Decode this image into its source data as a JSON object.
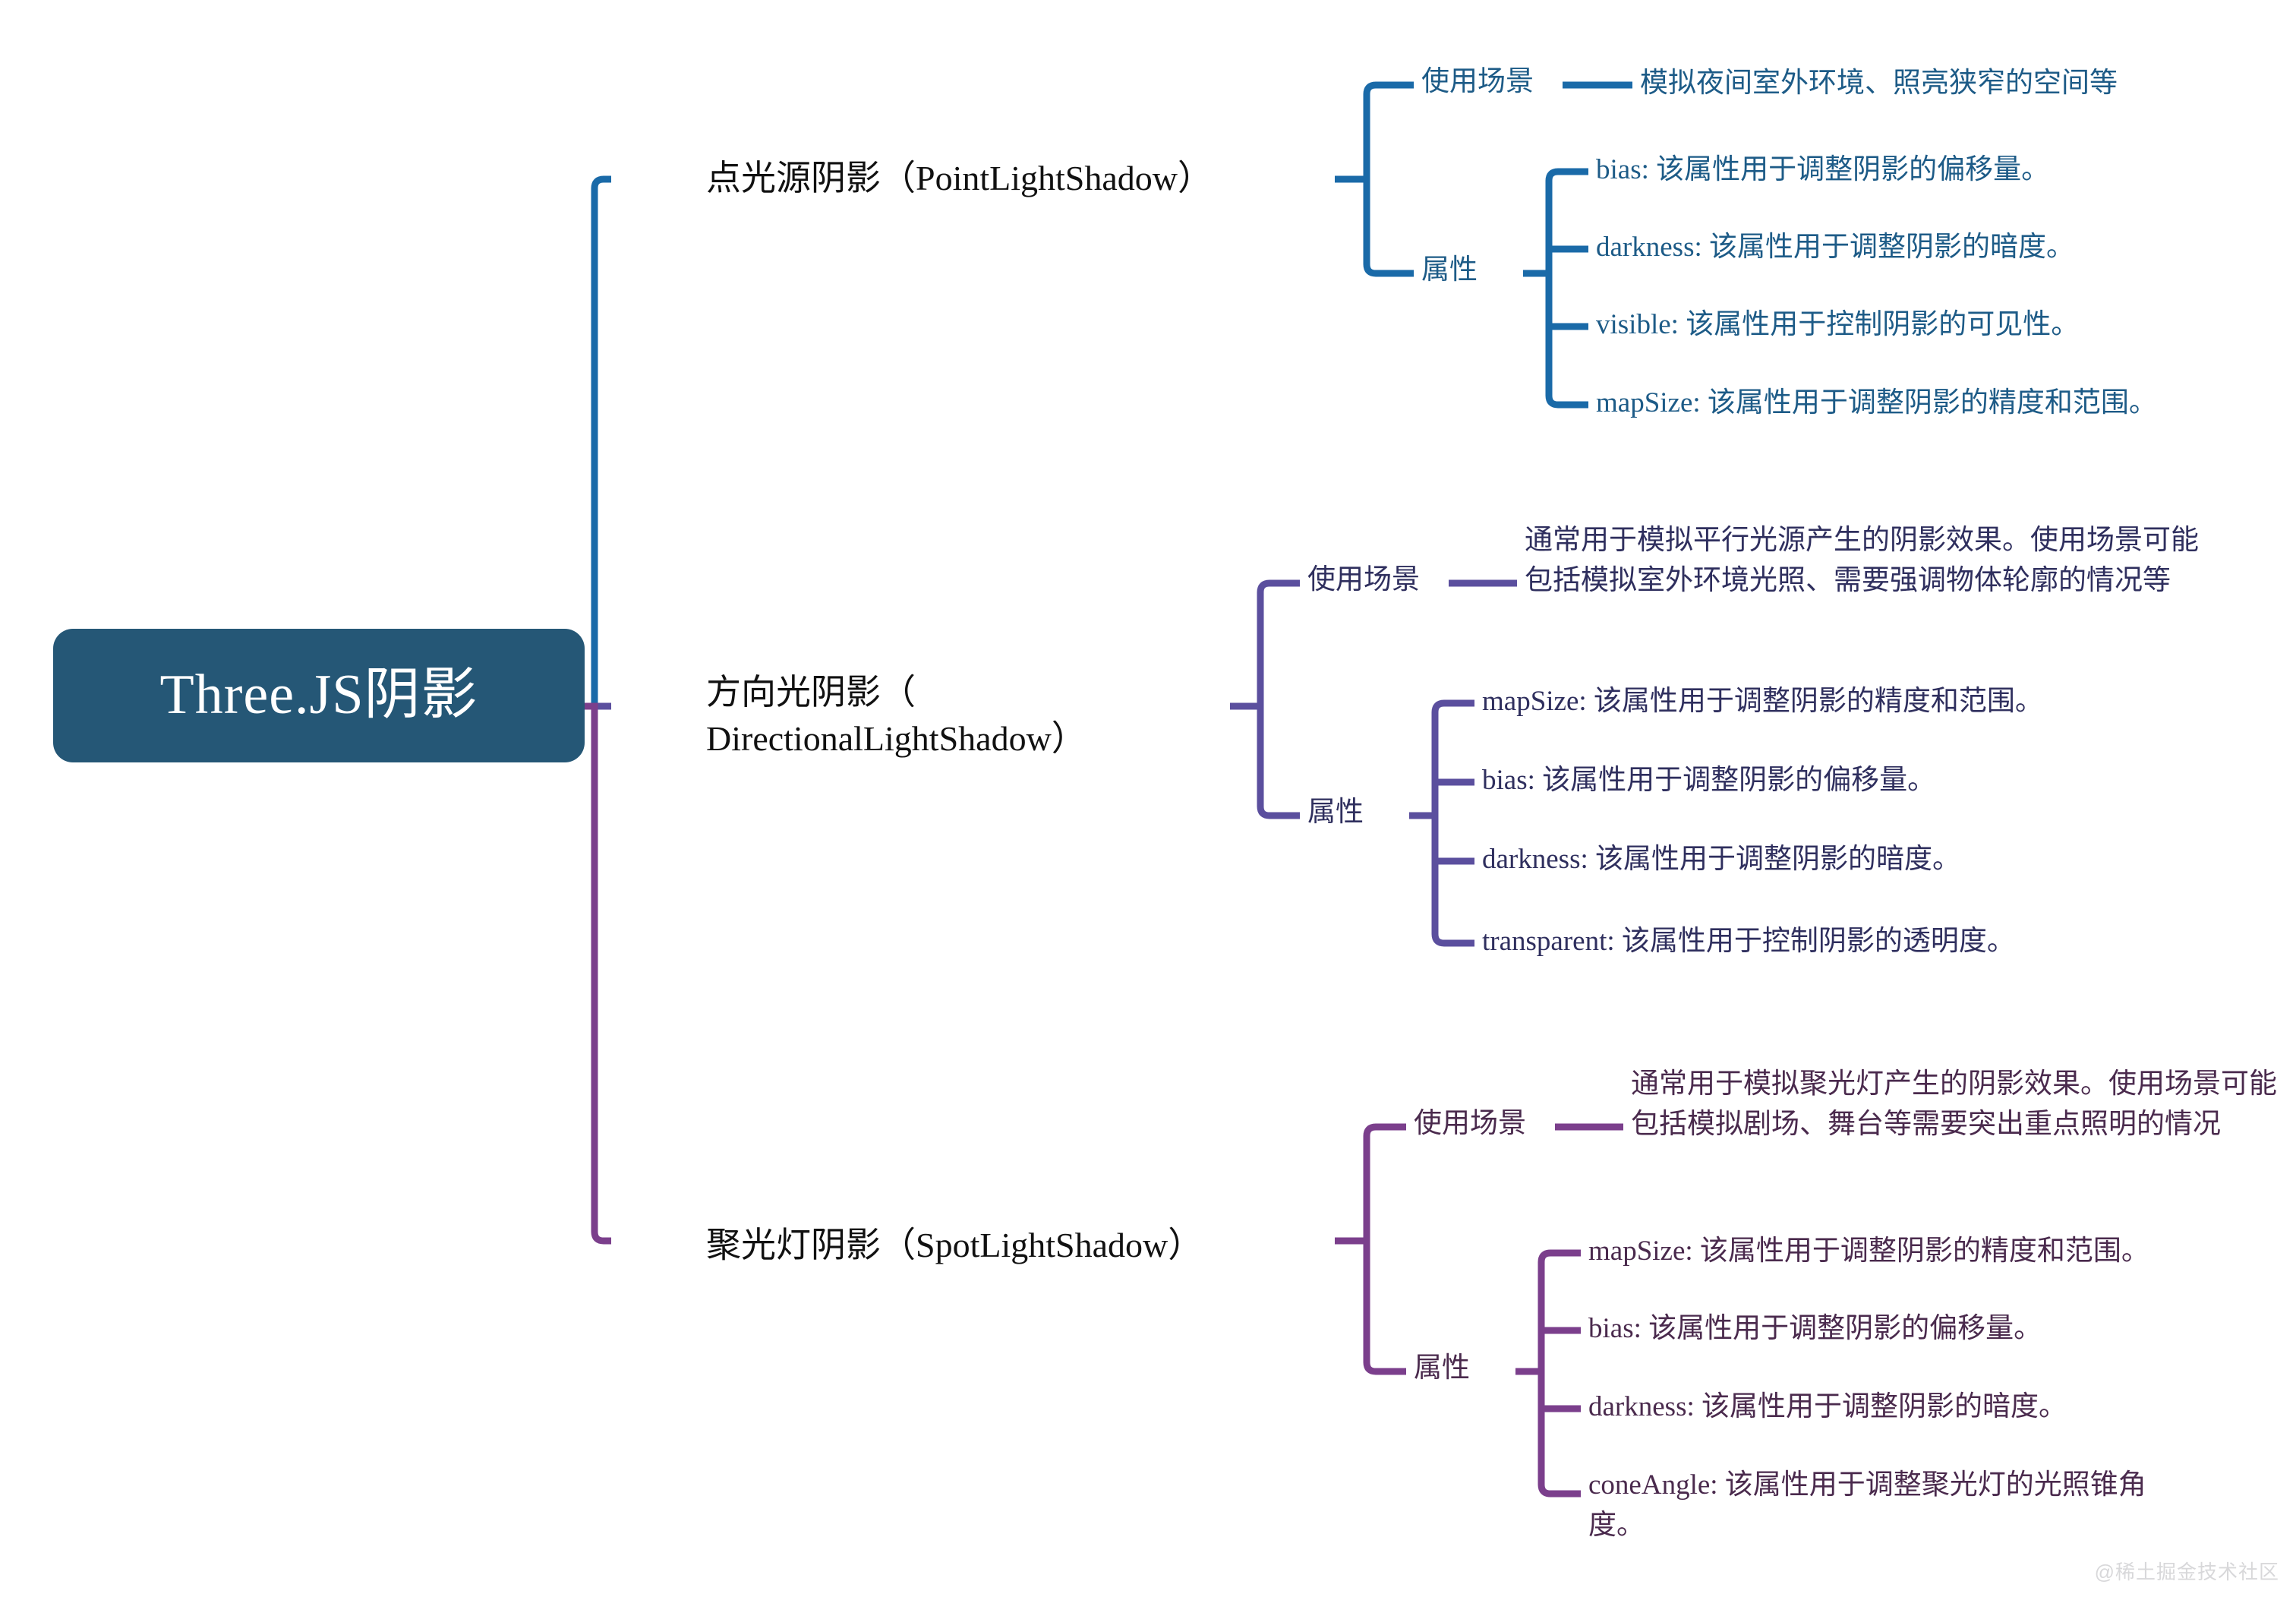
{
  "colors": {
    "root_fill": "#255776",
    "root_text": "#ffffff",
    "branch_1_line": "#1a6aa8",
    "branch_2_line": "#5b4f9e",
    "branch_3_line": "#7b3f8c",
    "branch_1_text": "#1d5b87",
    "branch_2_text": "#2f2f5e",
    "branch_3_text": "#4a2a4d",
    "level1_text": "#111111",
    "background": "#ffffff",
    "watermark_text": "#d8d8da"
  },
  "root": {
    "label": "Three.JS阴影"
  },
  "watermark": {
    "text": "@稀土掘金技术社区"
  },
  "branches": [
    {
      "id": "point-light-shadow",
      "label": "点光源阴影（PointLightShadow）",
      "groups": [
        {
          "label": "使用场景",
          "items": [
            "模拟夜间室外环境、照亮狭窄的空间等"
          ]
        },
        {
          "label": "属性",
          "items": [
            "bias: 该属性用于调整阴影的偏移量。",
            "darkness: 该属性用于调整阴影的暗度。",
            "visible: 该属性用于控制阴影的可见性。",
            "mapSize: 该属性用于调整阴影的精度和范围。"
          ]
        }
      ]
    },
    {
      "id": "directional-light-shadow",
      "label": "方向光阴影（\nDirectionalLightShadow）",
      "groups": [
        {
          "label": "使用场景",
          "items": [
            "通常用于模拟平行光源产生的阴影效果。使用场景可能包括模拟室外环境光照、需要强调物体轮廓的情况等"
          ]
        },
        {
          "label": "属性",
          "items": [
            "mapSize: 该属性用于调整阴影的精度和范围。",
            "bias: 该属性用于调整阴影的偏移量。",
            "darkness: 该属性用于调整阴影的暗度。",
            "transparent: 该属性用于控制阴影的透明度。"
          ]
        }
      ]
    },
    {
      "id": "spot-light-shadow",
      "label": "聚光灯阴影（SpotLightShadow）",
      "groups": [
        {
          "label": "使用场景",
          "items": [
            "通常用于模拟聚光灯产生的阴影效果。使用场景可能包括模拟剧场、舞台等需要突出重点照明的情况"
          ]
        },
        {
          "label": "属性",
          "items": [
            "mapSize: 该属性用于调整阴影的精度和范围。",
            "bias: 该属性用于调整阴影的偏移量。",
            "darkness: 该属性用于调整阴影的暗度。",
            "coneAngle: 该属性用于调整聚光灯的光照锥角度。"
          ]
        }
      ]
    }
  ]
}
